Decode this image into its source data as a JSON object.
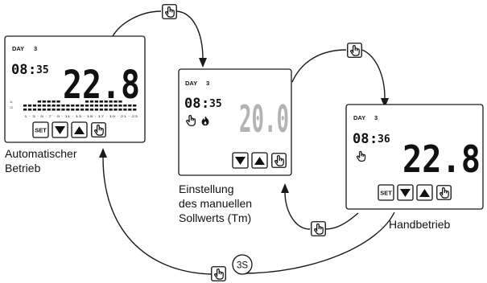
{
  "screens": {
    "auto": {
      "day_label": "DAY",
      "day_number": "3",
      "time_hour": "08",
      "time_min": "35",
      "temperature": "22.8",
      "profile_axis_top": "11",
      "profile_axis_bottom": "12",
      "hour_ticks": "1 · 3 · 5 · 7 · 9 · 11 · 13 · 15 · 17 · 19 · 21 · 23",
      "set_key": "SET",
      "caption_line1": "Automatischer",
      "caption_line2": "Betrieb"
    },
    "setpoint": {
      "day_label": "DAY",
      "day_number": "3",
      "time_hour": "08",
      "time_min": "35",
      "temperature": "20.0",
      "caption_line1": "Einstellung",
      "caption_line2": "des manuellen",
      "caption_line3": "Sollwerts (Tm)"
    },
    "manual": {
      "day_label": "DAY",
      "day_number": "3",
      "time_hour": "08",
      "time_min": "36",
      "temperature": "22.8",
      "set_key": "SET",
      "caption": "Handbetrieb"
    }
  },
  "hold_label": "3S"
}
